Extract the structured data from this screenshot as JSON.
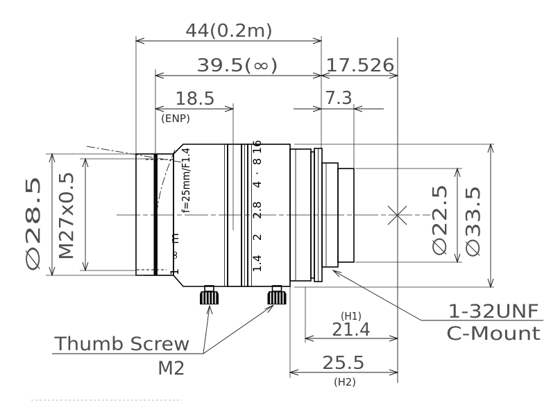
{
  "drawing": {
    "dimensions": {
      "overall_near": "44(0.2m)",
      "overall_inf": "39.5(∞)",
      "flange_focal_distance": "17.526",
      "entrance_pupil": "18.5",
      "entrance_pupil_note": "(ENP)",
      "thread_protrusion": "7.3",
      "front_diameter": "∅28.5",
      "filter_thread": "M27x0.5",
      "rear_diameter": "∅22.5",
      "body_diameter": "∅33.5",
      "h1_note": "(H1)",
      "h1": "21.4",
      "h2": "25.5",
      "h2_note": "(H2)"
    },
    "labels": {
      "thumb_screw": "Thumb Screw",
      "thumb_screw_size": "M2",
      "mount_thread": "1-32UNF",
      "mount_type": "C-Mount"
    },
    "lens_markings": {
      "model": "f=25mm/F1.4",
      "focus_scale": [
        "1",
        "∞",
        "m"
      ],
      "aperture_scale": [
        "1.4",
        "2",
        "2.8",
        "4",
        "·",
        "8",
        "16"
      ]
    }
  }
}
